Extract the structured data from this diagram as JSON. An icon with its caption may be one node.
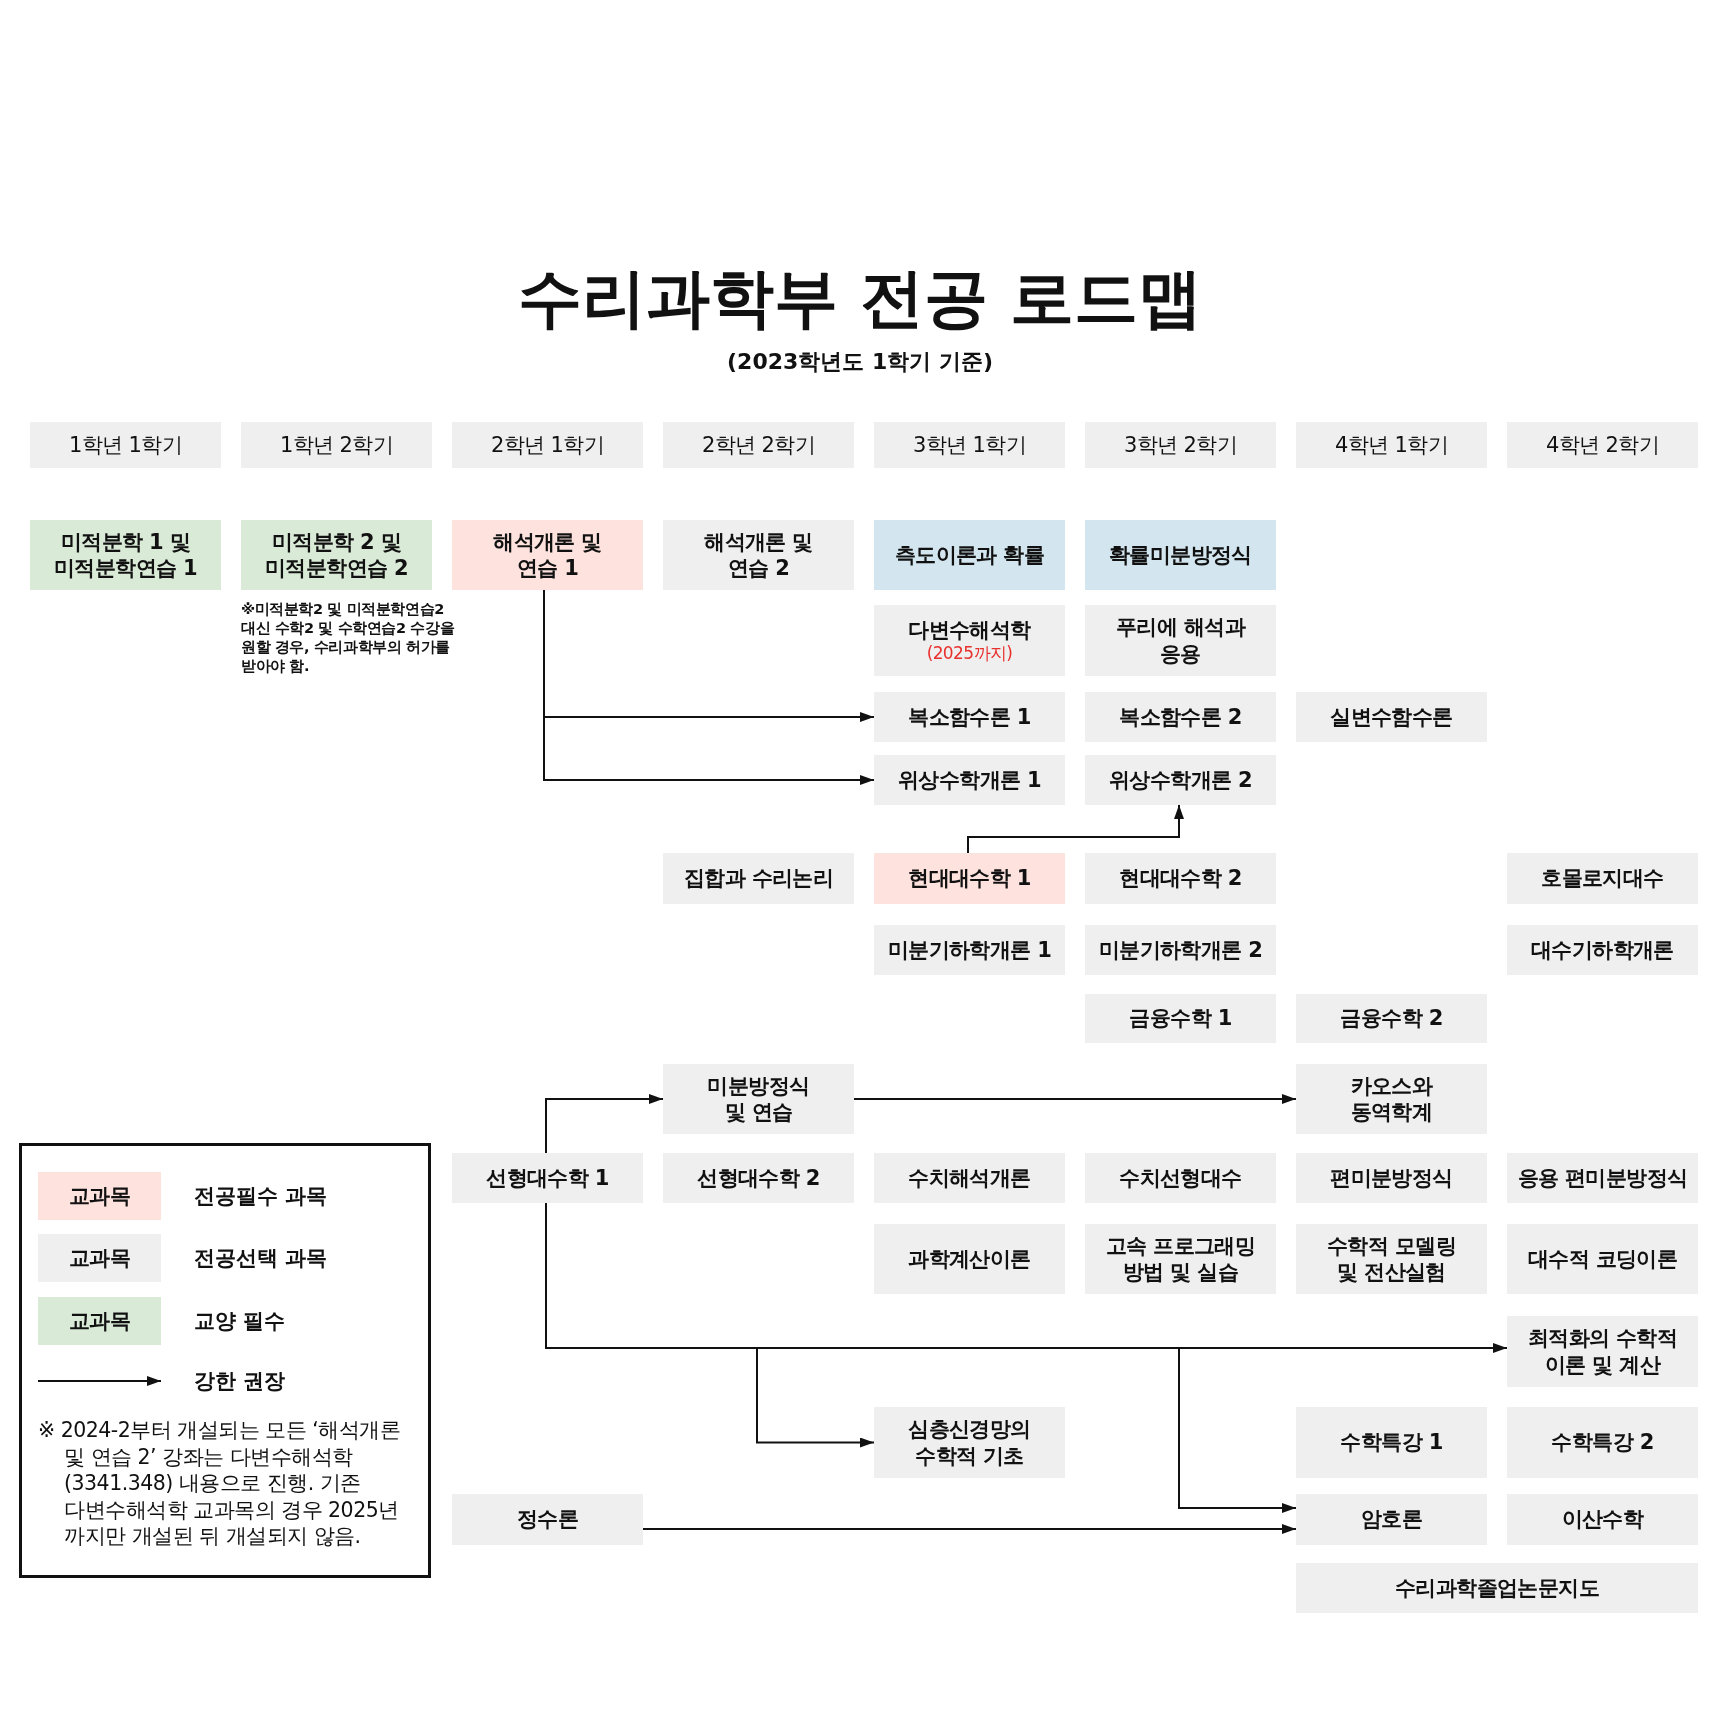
{
  "diagram": {
    "title": "수리과학부 전공 로드맵",
    "nodes": [
      {
        "text": [
          "1학년 1학기"
        ]
      },
      {
        "text": [
          "1학년 2학기"
        ]
      },
      {
        "text": [
          "2학년 1학기"
        ]
      },
      {
        "text": [
          "2학년 2학기"
        ]
      },
      {
        "text": [
          "3학년 1학기"
        ]
      },
      {
        "text": [
          "3학년 2학기"
        ]
      },
      {
        "text": [
          "4학년 1학기"
        ]
      },
      {
        "text": [
          "4학년 2학기"
        ]
      },
      {
        "text": [
          "미적분학 1 및 미적분학연습 1"
        ]
      },
      {
        "text": [
          "미적분학 2 및 미적분학연습 2"
        ],
        "beside": [
          "※미적분학2 및 미적분학연습2 대신 수학2 및 수학연습2 수강을 원할 경우, 수리과학부의 허가를 받아야 함."
        ]
      },
      {
        "text": [
          "해석개론 및 연습 1"
        ]
      },
      {
        "text": [
          "해석개론 및 연습 2"
        ]
      },
      {
        "text": [
          "측도이론과 확률"
        ]
      },
      {
        "text": [
          "확률미분방정식"
        ]
      },
      {
        "text": [
          "다변수해석학",
          "(2025까지)"
        ]
      },
      {
        "text": [
          "푸리에 해석과 응용"
        ]
      },
      {
        "text": [
          "복소함수론 1"
        ]
      },
      {
        "text": [
          "복소함수론 2"
        ]
      },
      {
        "text": [
          "실변수함수론"
        ]
      },
      {
        "text": [
          "위상수학개론 1"
        ]
      },
      {
        "text": [
          "위상수학개론 2"
        ]
      },
      {
        "text": [
          "집합과 수리논리"
        ]
      },
      {
        "text": [
          "현대대수학 1"
        ]
      },
      {
        "text": [
          "현대대수학 2"
        ]
      },
      {
        "text": [
          "호몰로지대수"
        ]
      },
      {
        "text": [
          "미분기하학개론 1"
        ]
      },
      {
        "text": [
          "미분기하학개론 2"
        ]
      },
      {
        "text": [
          "대수기하학개론"
        ]
      },
      {
        "text": [
          "금융수학 1"
        ]
      },
      {
        "text": [
          "금융수학 2"
        ]
      },
      {
        "text": [
          "미분방정식 및 연습"
        ]
      },
      {
        "text": [
          "카오스와 동역학계"
        ]
      },
      {
        "text": [
          "선형대수학 1"
        ]
      },
      {
        "text": [
          "선형대수학 2"
        ]
      },
      {
        "text": [
          "수치해석개론"
        ]
      },
      {
        "text": [
          "수치선형대수"
        ]
      },
      {
        "text": [
          "편미분방정식"
        ]
      },
      {
        "text": [
          "응용 편미분방정식"
        ]
      },
      {
        "text": [
          "과학계산이론"
        ]
      },
      {
        "text": [
          "고속 프로그래밍 방법 및 실습"
        ]
      },
      {
        "text": [
          "수학적 모델링 및 전산실험"
        ]
      },
      {
        "text": [
          "대수적 코딩이론"
        ]
      },
      {
        "text": [
          "최적화의 수학적 이론 및 계산"
        ]
      },
      {
        "text": [
          "심층신경망의 수학적 기초"
        ]
      },
      {
        "text": [
          "수학특강 1"
        ]
      },
      {
        "text": [
          "수학특강 2"
        ]
      },
      {
        "text": [
          "정수론"
        ]
      },
      {
        "text": [
          "암호론"
        ]
      },
      {
        "text": [
          "이산수학"
        ]
      },
      {
        "text": [
          "수리과학졸업논문지도"
        ]
      }
    ],
    "edges": [
      {
        "from": 10,
        "to": 16,
        "arrow": "to"
      },
      {
        "from": 10,
        "to": 19,
        "arrow": "to"
      },
      {
        "from": 22,
        "to": 20,
        "arrow": "to"
      },
      {
        "from": 32,
        "to": 30,
        "arrow": "to"
      },
      {
        "from": 30,
        "to": 31,
        "arrow": "to"
      },
      {
        "from": 32,
        "to": 42,
        "arrow": "to"
      },
      {
        "from": 32,
        "to": 43,
        "arrow": "to"
      },
      {
        "from": 32,
        "to": 47,
        "arrow": "to"
      },
      {
        "from": 46,
        "to": 47,
        "arrow": "to"
      }
    ],
    "labels": [
      "(2023학년도 1학기 기준)",
      "교과목",
      "교과목",
      "교과목",
      "※ 2024-2부터 개설되는 모든 ‘해석개론 및 연습 2’ 강좌는 다변수해석학 (3341.348) 내용으로 진행. 기존 다변수해석학 교과목의 경우 2025년 까지만 개설된 뒤 개설되지 않음."
    ],
    "legend": [
      {
        "text": "전공필수 과목",
        "color": "#fde2de"
      },
      {
        "text": "전공선택 과목",
        "color": "#efefef"
      },
      {
        "text": "교양 필수",
        "color": "#d9ead7"
      },
      {
        "text": "강한 권장"
      }
    ]
  }
}
